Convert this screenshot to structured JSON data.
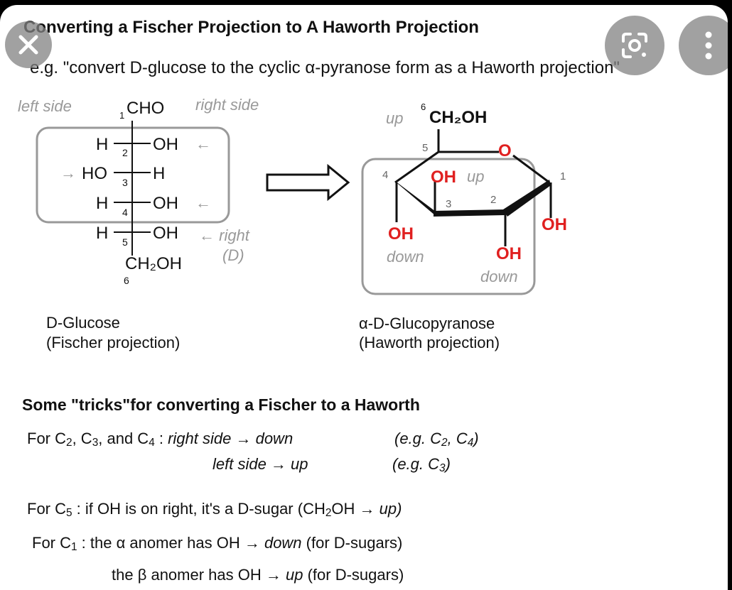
{
  "title": "Converting a Fischer Projection to A Haworth Projection",
  "example": "e.g. \"convert D-glucose to the cyclic α-pyranose form as a Haworth projection\"",
  "fischer": {
    "left_side": "left side",
    "right_side": "right side",
    "top_num": "1",
    "top": "CHO",
    "rows": [
      {
        "left": "H",
        "right": "OH",
        "num": "2"
      },
      {
        "left": "HO",
        "right": "H",
        "num": "3"
      },
      {
        "left": "H",
        "right": "OH",
        "num": "4"
      },
      {
        "left": "H",
        "right": "OH",
        "num": "5"
      }
    ],
    "bottom": "CH₂OH",
    "bottom_num": "6",
    "arrow": "←",
    "arrow_right": "→",
    "right_note": "← right",
    "d_note": "(D)",
    "caption1": "D-Glucose",
    "caption2": "(Fischer projection)"
  },
  "haworth": {
    "up_top": "up",
    "c6_num": "6",
    "ch2oh": "CH₂OH",
    "ring_o": "O",
    "nums": [
      "1",
      "2",
      "3",
      "4",
      "5"
    ],
    "oh_up": "OH",
    "up_label": "up",
    "oh_c1": "OH",
    "oh_c4": "OH",
    "down_c4": "down",
    "oh_c2": "OH",
    "down_c2": "down",
    "caption1": "α-D-Glucopyranose",
    "caption2": "(Haworth projection)"
  },
  "tricks": {
    "heading": "Some \"tricks\"for converting a Fischer to a Haworth",
    "row1_lead": "For C",
    "row1_mid": ", C",
    "row1_and": ", and C",
    "row1_colon": " : ",
    "sub2": "2",
    "sub3": "3",
    "sub4": "4",
    "sub5": "5",
    "sub1": "1",
    "rule1": "right side → down",
    "eg1": "(e.g. C",
    "eg1_mid": ", C",
    "eg_close": ")",
    "rule2": "left side → up",
    "eg2": "(e.g. C",
    "c5_lead": "For C",
    "c5_text": " : if OH is on right, it's a D-sugar (CH",
    "c5_oh": "OH → ",
    "up": "up",
    "c1_lead": "For C",
    "c1_text": " : the α anomer has OH → ",
    "down": "down",
    "for_d": " (for D-sugars)",
    "beta_text": "the β anomer has OH → ",
    "for_d2": "  (for D-sugars)"
  },
  "icons": {
    "close": "close-icon",
    "lens": "lens-icon",
    "more": "more-vert-icon"
  }
}
